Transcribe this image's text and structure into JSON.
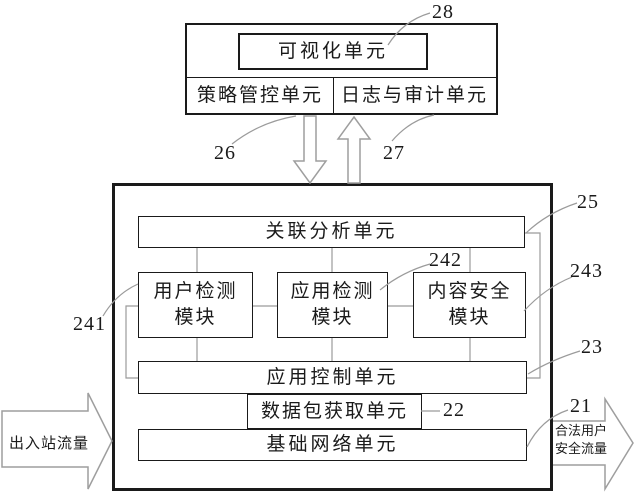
{
  "units": {
    "visualization": {
      "label": "可视化单元",
      "ref": "28"
    },
    "policy_control": {
      "label": "策略管控单元",
      "ref": "26"
    },
    "log_audit": {
      "label": "日志与审计单元",
      "ref": "27"
    },
    "correlation_analysis": {
      "label": "关联分析单元",
      "ref": "25"
    },
    "user_detection": {
      "line1": "用户检测",
      "line2": "模块",
      "ref": "241"
    },
    "app_detection": {
      "line1": "应用检测",
      "line2": "模块",
      "ref": "242"
    },
    "content_security": {
      "line1": "内容安全",
      "line2": "模块",
      "ref": "243"
    },
    "app_control": {
      "label": "应用控制单元",
      "ref": "23"
    },
    "packet_capture": {
      "label": "数据包获取单元",
      "ref": "22"
    },
    "base_network": {
      "label": "基础网络单元",
      "ref": "21"
    }
  },
  "flows": {
    "inbound": {
      "label": "出入站流量"
    },
    "outbound": {
      "line1": "合法用户",
      "line2": "安全流量"
    }
  },
  "colors": {
    "ink": "#1a1a1a",
    "connector": "#9b9b9b",
    "background": "#ffffff"
  }
}
